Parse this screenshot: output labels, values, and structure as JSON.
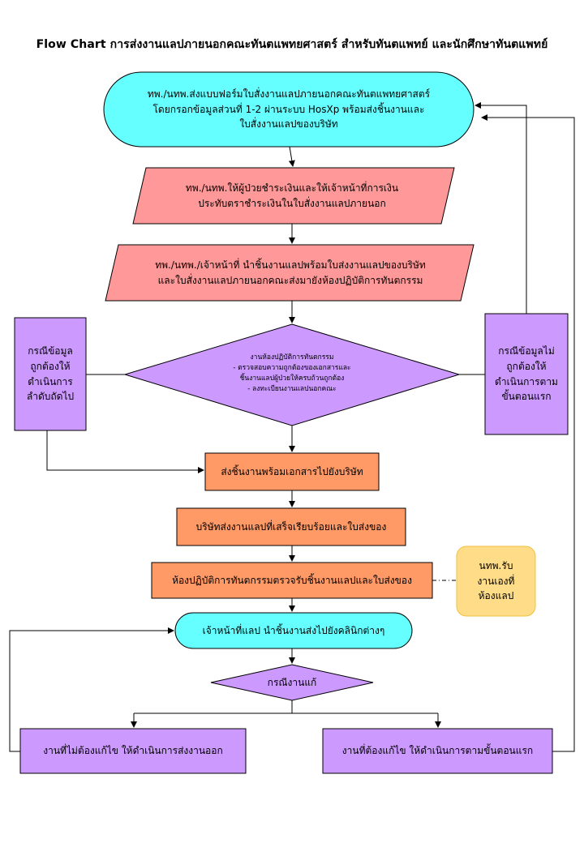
{
  "title": "Flow Chart การส่งงานแลปภายนอกคณะทันตแพทยศาสตร์ สำหรับทันตแพทย์ และนักศึกษาทันตแพทย์",
  "nodes": {
    "start": "ทพ./นทพ.ส่งแบบฟอร์มใบสั่งงานแลปภายนอกคณะทันตแพทยศาสตร์\nโดยกรอกข้อมูลส่วนที่  1-2 ผ่านระบบ HosXp  พร้อมส่งชิ้นงานและ\nใบสั่งงานแลปของบริษัท",
    "payment": "ทพ./นทพ.ให้ผู้ป่วยชำระเงินและให้เจ้าหน้าที่การเงิน\nประทับตราชำระเงินในใบสั่งงานแลปภายนอก",
    "deliver": "ทพ./นทพ./เจ้าหน้าที่  นำชิ้นงานแลปพร้อมใบส่งงานแลปของบริษัท\nและใบสั่งงานแลปภายนอกคณะส่งมายังห้องปฏิบัติการทันตกรรม",
    "check_title": "งานห้องปฏิบัติการทันตกรรม",
    "check_items": "- ตรวจสอบความถูกต้องของเอกสารและ\nชิ้นงานแลปผู้ป่วยให้ครบถ้วนถูกต้อง\n- ลงทะเบียนงานแลปนอกคณะ",
    "correct_case": "กรณีข้อมูล\nถูกต้องให้\nดำเนินการ\nลำดับถัดไป",
    "incorrect_case": "กรณีข้อมูลไม่\nถูกต้องให้\nดำเนินการตาม\nขั้นตอนแรก",
    "send_company": "ส่งชิ้นงานพร้อมเอกสารไปยังบริษัท",
    "company_return": "บริษัทส่งงานแลปที่เสร็จเรียบร้อยและใบส่งของ",
    "lab_receive": "ห้องปฏิบัติการทันตกรรมตรวจรับชิ้นงานแลปและใบส่งของ",
    "student_note": "นทพ.รับ\nงานเองที่\nห้องแลป",
    "staff_deliver": "เจ้าหน้าที่แลป  นำชิ้นงานส่งไปยังคลินิกต่างๆ",
    "fix_decision": "กรณีงานแก้",
    "no_fix": "งานที่ไม่ต้องแก้ไข  ให้ดำเนินการส่งงานออก",
    "need_fix": "งานที่ต้องแก้ไข  ให้ดำเนินการตามขั้นตอนแรก"
  },
  "colors": {
    "cyan": "#66ffff",
    "pink": "#ff9999",
    "purple": "#cc99ff",
    "orange": "#ff9966",
    "note": "#ffdd88",
    "note_border": "#f0c040",
    "line": "#000000"
  }
}
